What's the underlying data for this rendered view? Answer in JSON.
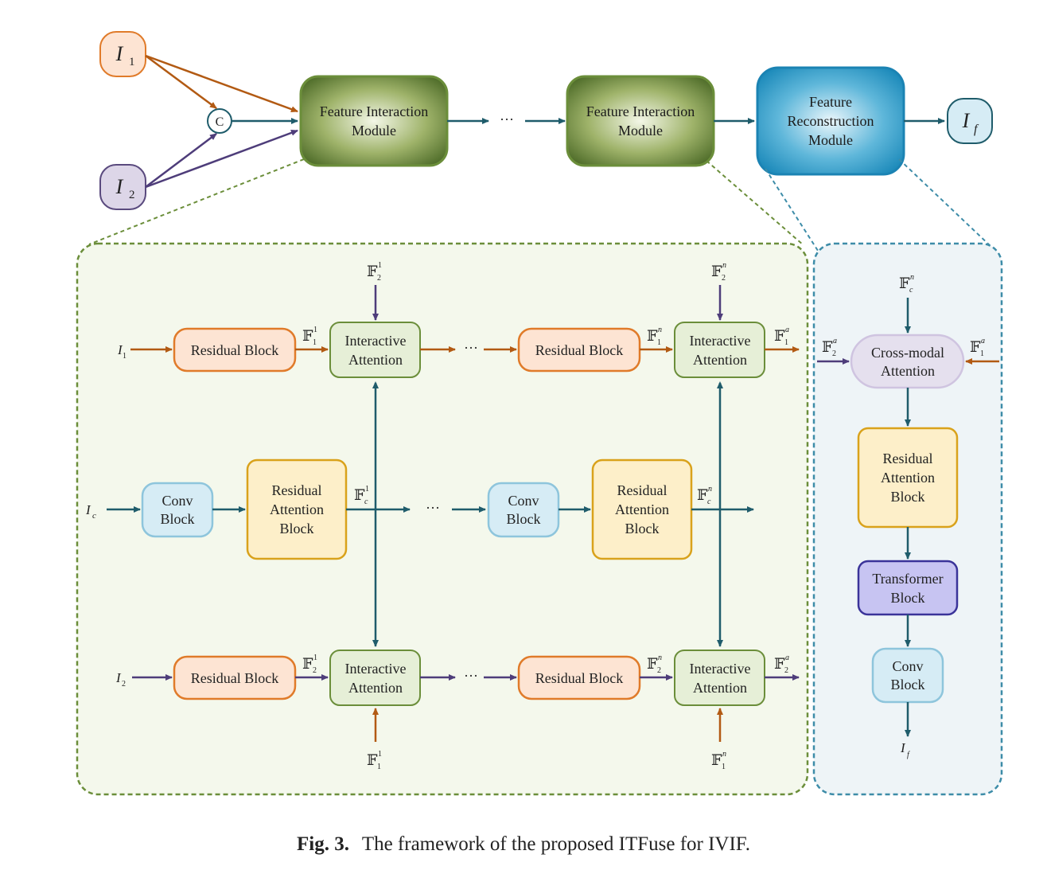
{
  "colors": {
    "orange_stroke": "#e07b2a",
    "orange_fill": "#fde4d3",
    "purple_stroke": "#5a4a7e",
    "purple_fill": "#ddd6e8",
    "teal": "#1f5c6b",
    "green_dark": "#4d6b28",
    "green_box_fill": "#e6efd7",
    "green_box_stroke": "#6b8e3a",
    "blue_box_fill": "#d6ecf5",
    "blue_box_stroke": "#8ec5dc",
    "yellow_fill": "#fdefc9",
    "yellow_stroke": "#d9a21b",
    "transformer_fill": "#c7c4f2",
    "transformer_stroke": "#3a3399",
    "panel_green_dash": "#6b8e3a",
    "panel_blue_dash": "#3d8ca8",
    "arrow_orange": "#b25a13",
    "arrow_purple": "#4e3d7a"
  },
  "top": {
    "input1": "I",
    "input1_sub": "1",
    "input2": "I",
    "input2_sub": "2",
    "concat": "C",
    "fim1_line1": "Feature Interaction",
    "fim1_line2": "Module",
    "ellipsis": "···",
    "fim2_line1": "Feature Interaction",
    "fim2_line2": "Module",
    "frm_line1": "Feature",
    "frm_line2": "Reconstruction",
    "frm_line3": "Module",
    "output": "I",
    "output_sub": "f"
  },
  "fim": {
    "row1_input": "I",
    "row1_input_sub": "1",
    "rc_input": "I",
    "rc_input_sub": "c",
    "row2_input": "I",
    "row2_input_sub": "2",
    "residual_block": "Residual Block",
    "interactive_l1": "Interactive",
    "interactive_l2": "Attention",
    "conv_l1": "Conv",
    "conv_l2": "Block",
    "rab_l1": "Residual",
    "rab_l2": "Attention",
    "rab_l3": "Block",
    "ellipsis": "···",
    "F": "𝔽",
    "sub1": "1",
    "sub2": "2",
    "subc": "c",
    "sup1": "1",
    "supn": "n",
    "supa": "a"
  },
  "frm": {
    "cross_l1": "Cross-modal",
    "cross_l2": "Attention",
    "rab_l1": "Residual",
    "rab_l2": "Attention",
    "rab_l3": "Block",
    "trans_l1": "Transformer",
    "trans_l2": "Block",
    "conv_l1": "Conv",
    "conv_l2": "Block",
    "output": "I",
    "output_sub": "f"
  },
  "caption": {
    "label": "Fig. 3.",
    "text": "The framework of the proposed ITFuse for IVIF."
  }
}
